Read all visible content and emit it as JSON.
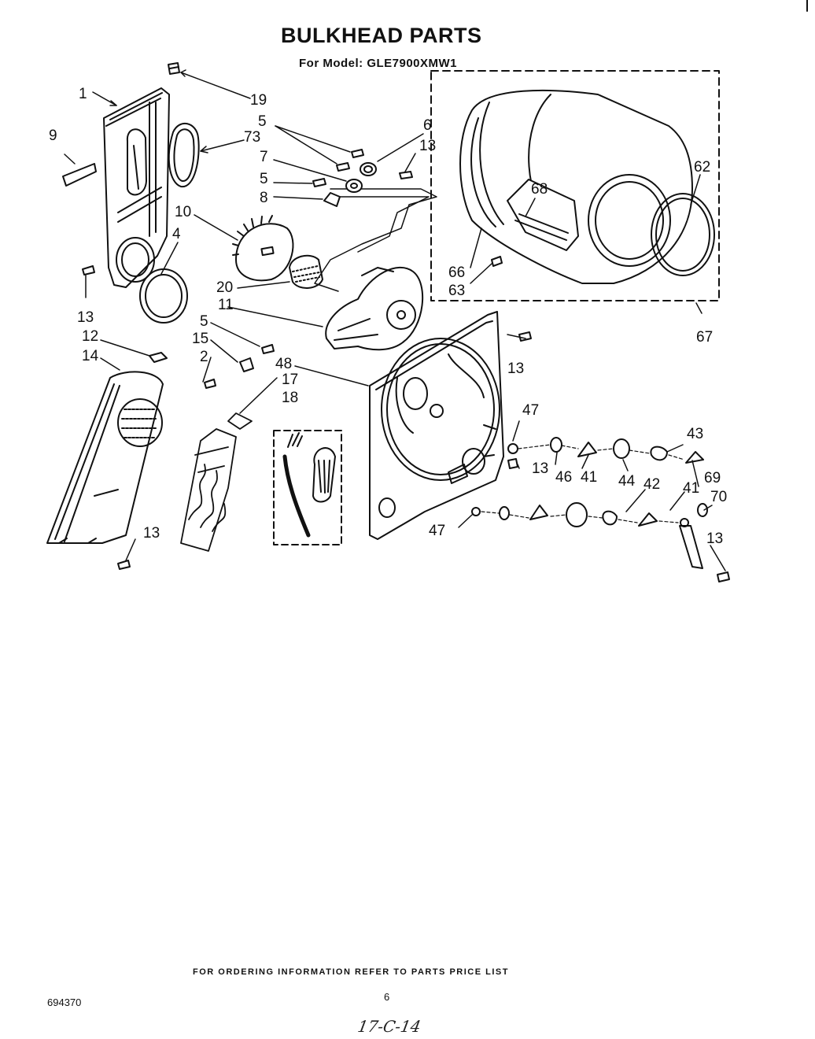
{
  "header": {
    "title": "BULKHEAD PARTS",
    "model_line": "For Model: GLE7900XMW1"
  },
  "callouts": [
    "1",
    "19",
    "9",
    "5",
    "73",
    "6",
    "13",
    "7",
    "5",
    "8",
    "10",
    "4",
    "20",
    "11",
    "13",
    "5",
    "12",
    "15",
    "2",
    "14",
    "48",
    "17",
    "18",
    "13",
    "66",
    "63",
    "68",
    "62",
    "67",
    "13",
    "47",
    "13",
    "46",
    "41",
    "44",
    "43",
    "42",
    "41",
    "69",
    "70",
    "47",
    "13"
  ],
  "footer": {
    "ordering_note": "FOR ORDERING INFORMATION REFER TO PARTS PRICE LIST",
    "doc_number": "694370",
    "page_number": "6",
    "handwritten_note": "17-C-14"
  },
  "colors": {
    "ink": "#111111",
    "paper": "#ffffff"
  }
}
